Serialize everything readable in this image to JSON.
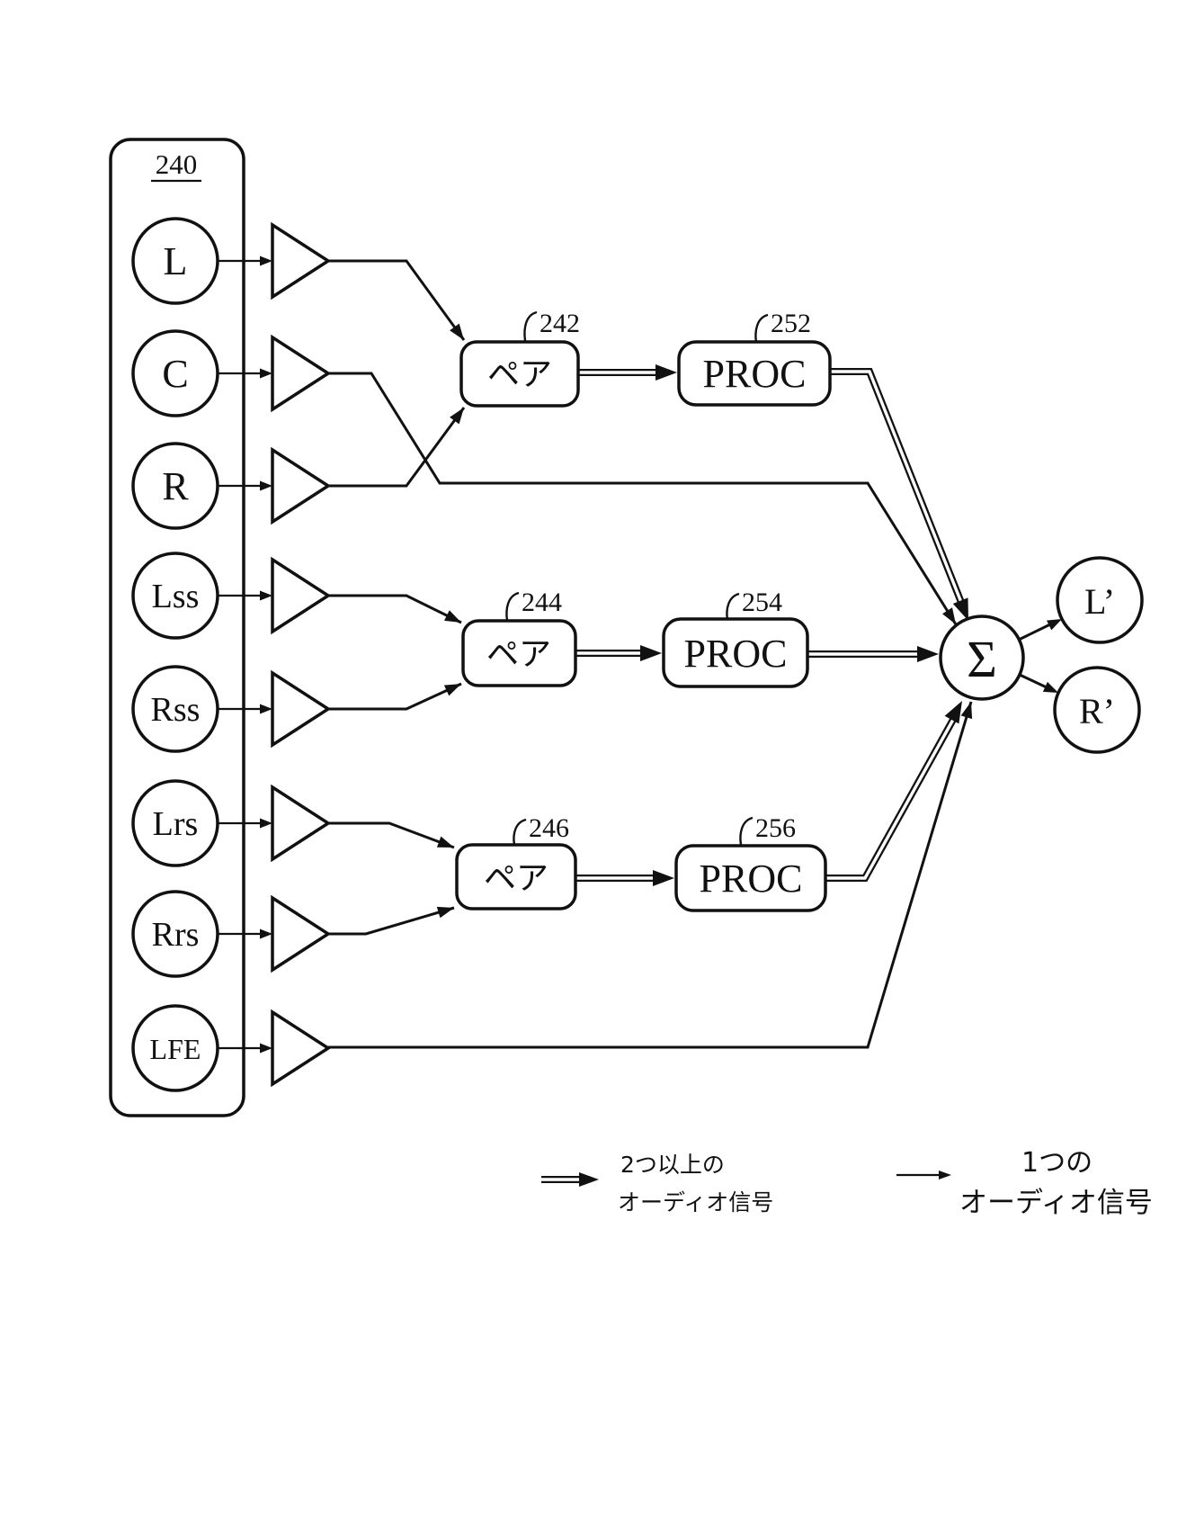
{
  "diagram": {
    "source_group": {
      "ref": "240",
      "channels": [
        "L",
        "C",
        "R",
        "Lss",
        "Rss",
        "Lrs",
        "Rrs",
        "LFE"
      ]
    },
    "pair_blocks": [
      {
        "ref": "242",
        "label": "ペア"
      },
      {
        "ref": "244",
        "label": "ペア"
      },
      {
        "ref": "246",
        "label": "ペア"
      }
    ],
    "proc_blocks": [
      {
        "ref": "252",
        "label": "PROC"
      },
      {
        "ref": "254",
        "label": "PROC"
      },
      {
        "ref": "256",
        "label": "PROC"
      }
    ],
    "sum_node": {
      "label": "Σ"
    },
    "outputs": [
      "L’",
      "R’"
    ],
    "legend": [
      {
        "arrow": "double-line",
        "line1": "2つ以上の",
        "line2": "オーディオ信号"
      },
      {
        "arrow": "single-line",
        "line1": "1つの",
        "line2": "オーディオ信号"
      }
    ],
    "colors": {
      "ink": "#111111",
      "background": "#ffffff"
    }
  }
}
